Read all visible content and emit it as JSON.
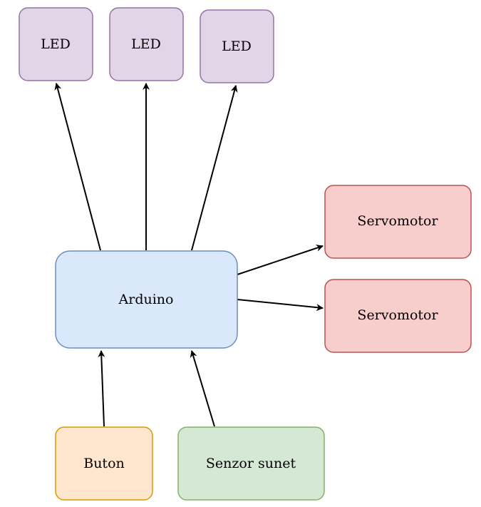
{
  "colors": {
    "led_fill": "#e1d5e7",
    "led_stroke": "#9673a6",
    "controller_fill": "#dae8fc",
    "controller_stroke": "#6c8ebf",
    "servo_fill": "#f8cecc",
    "servo_stroke": "#b85450",
    "button_fill": "#ffe6cc",
    "button_stroke": "#d79b00",
    "sensor_fill": "#d5e8d4",
    "sensor_stroke": "#82b366",
    "edge": "#000000"
  },
  "nodes": {
    "led1": {
      "label": "LED"
    },
    "led2": {
      "label": "LED"
    },
    "led3": {
      "label": "LED"
    },
    "arduino": {
      "label": "Arduino"
    },
    "servo1": {
      "label": "Servomotor"
    },
    "servo2": {
      "label": "Servomotor"
    },
    "button": {
      "label": "Buton"
    },
    "sound_sensor": {
      "label": "Senzor sunet"
    }
  },
  "edges": [
    {
      "from": "arduino",
      "to": "led1"
    },
    {
      "from": "arduino",
      "to": "led2"
    },
    {
      "from": "arduino",
      "to": "led3"
    },
    {
      "from": "arduino",
      "to": "servo1"
    },
    {
      "from": "arduino",
      "to": "servo2"
    },
    {
      "from": "button",
      "to": "arduino"
    },
    {
      "from": "sound_sensor",
      "to": "arduino"
    }
  ]
}
